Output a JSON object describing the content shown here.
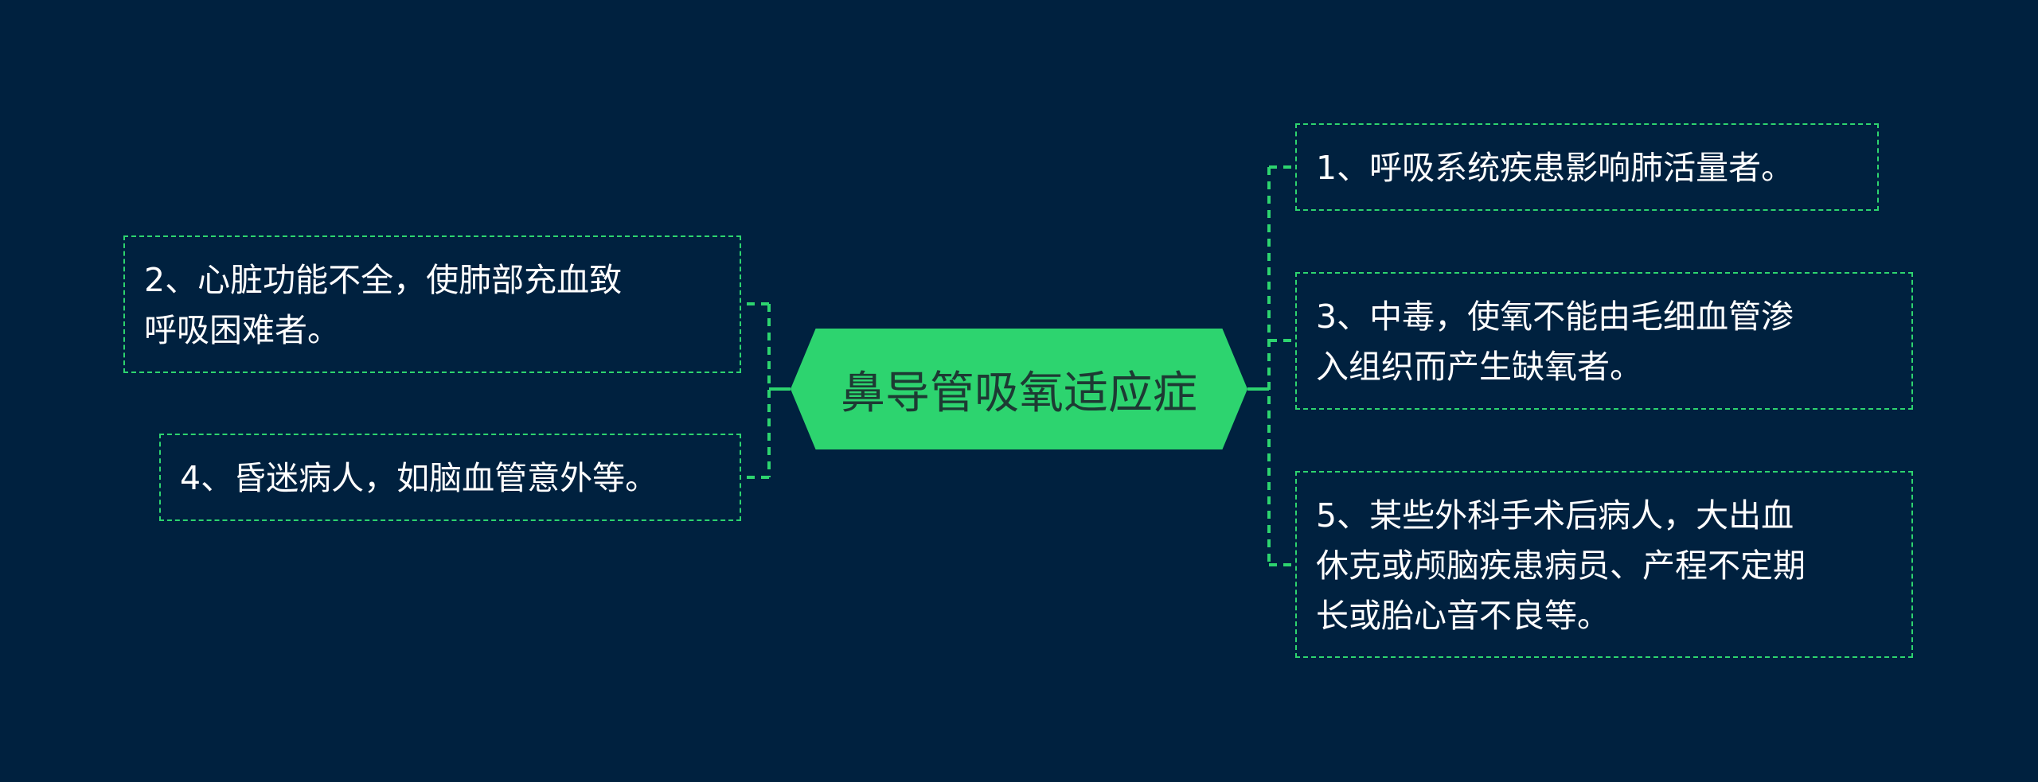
{
  "center": {
    "label": "鼻导管吸氧适应症"
  },
  "nodes": {
    "n1": "1、呼吸系统疾患影响肺活量者。",
    "n2": "2、心脏功能不全，使肺部充血致\n呼吸困难者。",
    "n3": "3、中毒，使氧不能由毛细血管渗\n入组织而产生缺氧者。",
    "n4": "4、昏迷病人，如脑血管意外等。",
    "n5": "5、某些外科手术后病人，大出血\n休克或颅脑疾患病员、产程不定期\n长或胎心音不良等。"
  },
  "colors": {
    "background": "#00213f",
    "accent": "#2dd46f",
    "center_text": "#1d3a33",
    "node_text": "#ffffff"
  }
}
